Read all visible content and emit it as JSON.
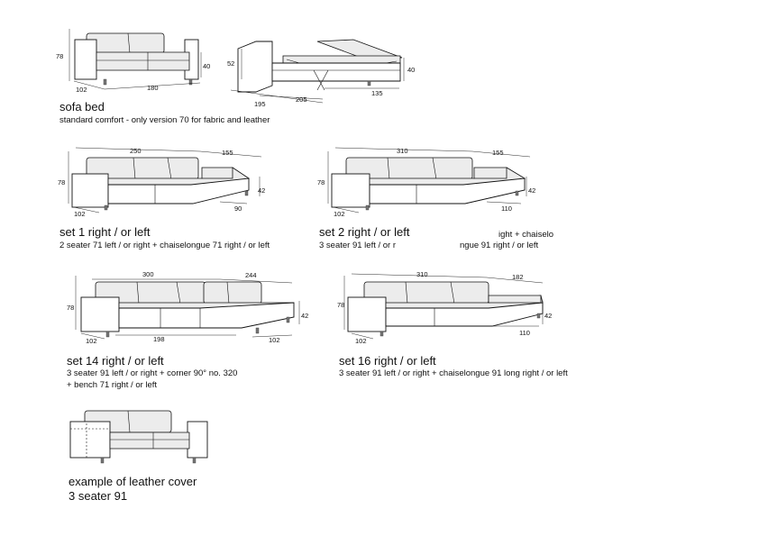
{
  "sofa_bed": {
    "title": "sofa bed",
    "description": "standard comfort - only version 70 for fabric and leather",
    "dims_sofa": {
      "height": "78",
      "seat_height": "40",
      "depth": "102",
      "width": "180"
    },
    "dims_open": {
      "height": "52",
      "seat_height": "40",
      "length_a": "205",
      "length_b": "195",
      "width": "135"
    }
  },
  "set1": {
    "title": "set 1 right / or left",
    "description": "2 seater 71 left / or right + chaiselongue 71 right / or left",
    "dims": {
      "height": "78",
      "seat_height": "42",
      "depth": "102",
      "width": "250",
      "chaise_width": "155",
      "chaise_leg": "90"
    }
  },
  "set2": {
    "title": "set 2 right / or left",
    "description_a": "3 seater 91 left / or r",
    "description_b": "ight + chaiselo",
    "description_c": "ngue 91 right / or left",
    "dims": {
      "height": "78",
      "seat_height": "42",
      "depth": "102",
      "width": "310",
      "chaise_width": "155",
      "chaise_leg": "110"
    }
  },
  "set14": {
    "title": "set 14 right / or left",
    "description_line1": "3 seater 91 left / or right + corner 90° no. 320",
    "description_line2": "+ bench 71 right / or left",
    "dims": {
      "height": "78",
      "seat_height": "42",
      "depth": "102",
      "width": "300",
      "corner_width": "244",
      "bench_length": "198",
      "bench_depth": "102"
    }
  },
  "set16": {
    "title": "set 16 right / or left",
    "description": "3 seater 91 left / or right + chaiselongue 91 long right / or left",
    "dims": {
      "height": "78",
      "seat_height": "42",
      "depth": "102",
      "width": "310",
      "chaise_width": "182",
      "chaise_leg": "110"
    }
  },
  "leather": {
    "title_line1": "example of leather cover",
    "title_line2": "3 seater 91"
  }
}
